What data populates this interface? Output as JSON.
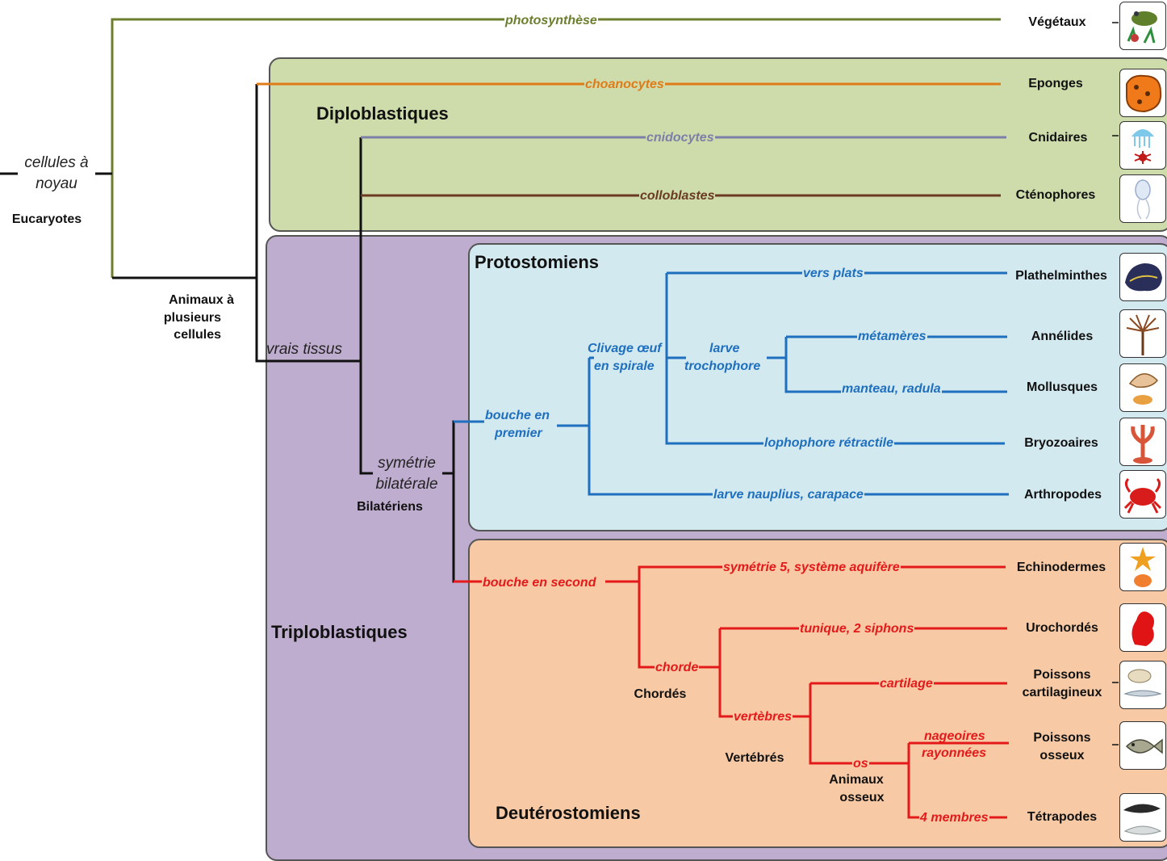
{
  "groups": {
    "diploblastiques": "Diploblastiques",
    "triploblastiques": "Triploblastiques",
    "protostomiens": "Protostomiens",
    "deuterostomiens": "Deutérostomiens"
  },
  "root": {
    "line1": "cellules à",
    "line2": "noyau",
    "label": "Eucaryotes"
  },
  "clades": {
    "animaux1": "Animaux à",
    "animaux2": "plusieurs",
    "animaux3": "cellules",
    "bilateriens": "Bilatériens",
    "chordes": "Chordés",
    "vertebres": "Vertébrés",
    "osseux1": "Animaux",
    "osseux2": "osseux"
  },
  "nodes": {
    "vrais_tissus": "vrais tissus",
    "symetrie1": "symétrie",
    "symetrie2": "bilatérale"
  },
  "traits": {
    "photosynthese": "photosynthèse",
    "choanocytes": "choanocytes",
    "cnidocytes": "cnidocytes",
    "colloblastes": "colloblastes",
    "vers_plats": "vers plats",
    "clivage1": "Clivage œuf",
    "clivage2": "en spirale",
    "larve1": "larve",
    "larve2": "trochophore",
    "metameres": "métamères",
    "manteau": "manteau, radula",
    "bouche_premier1": "bouche en",
    "bouche_premier2": "premier",
    "lophophore": "lophophore rétractile",
    "nauplius": "larve nauplius, carapace",
    "bouche_second": "bouche en second",
    "symetrie5": "symétrie 5, système aquifère",
    "tunique": "tunique, 2 siphons",
    "chorde": "chorde",
    "cartilage": "cartilage",
    "vertebres": "vertèbres",
    "os": "os",
    "nageoires1": "nageoires",
    "nageoires2": "rayonnées",
    "membres": "4 membres"
  },
  "taxa": {
    "vegetaux": "Végétaux",
    "eponges": "Eponges",
    "cnidaires": "Cnidaires",
    "ctenophores": "Cténophores",
    "plathelminthes": "Plathelminthes",
    "annelides": "Annélides",
    "mollusques": "Mollusques",
    "bryozoaires": "Bryozoaires",
    "arthropodes": "Arthropodes",
    "echinodermes": "Echinodermes",
    "urochordes": "Urochordés",
    "poissons_cart1": "Poissons",
    "poissons_cart2": "cartilagineux",
    "poissons_os1": "Poissons",
    "poissons_os2": "osseux",
    "tetrapodes": "Tétrapodes"
  },
  "colors": {
    "plant": "#6b7f2e",
    "sponge": "#e07b1a",
    "cnidaria": "#7d7fa8",
    "ctenophora": "#6b3a22",
    "protostome": "#1f6fbf",
    "deuterostome": "#e41a1a",
    "base": "#111111"
  }
}
